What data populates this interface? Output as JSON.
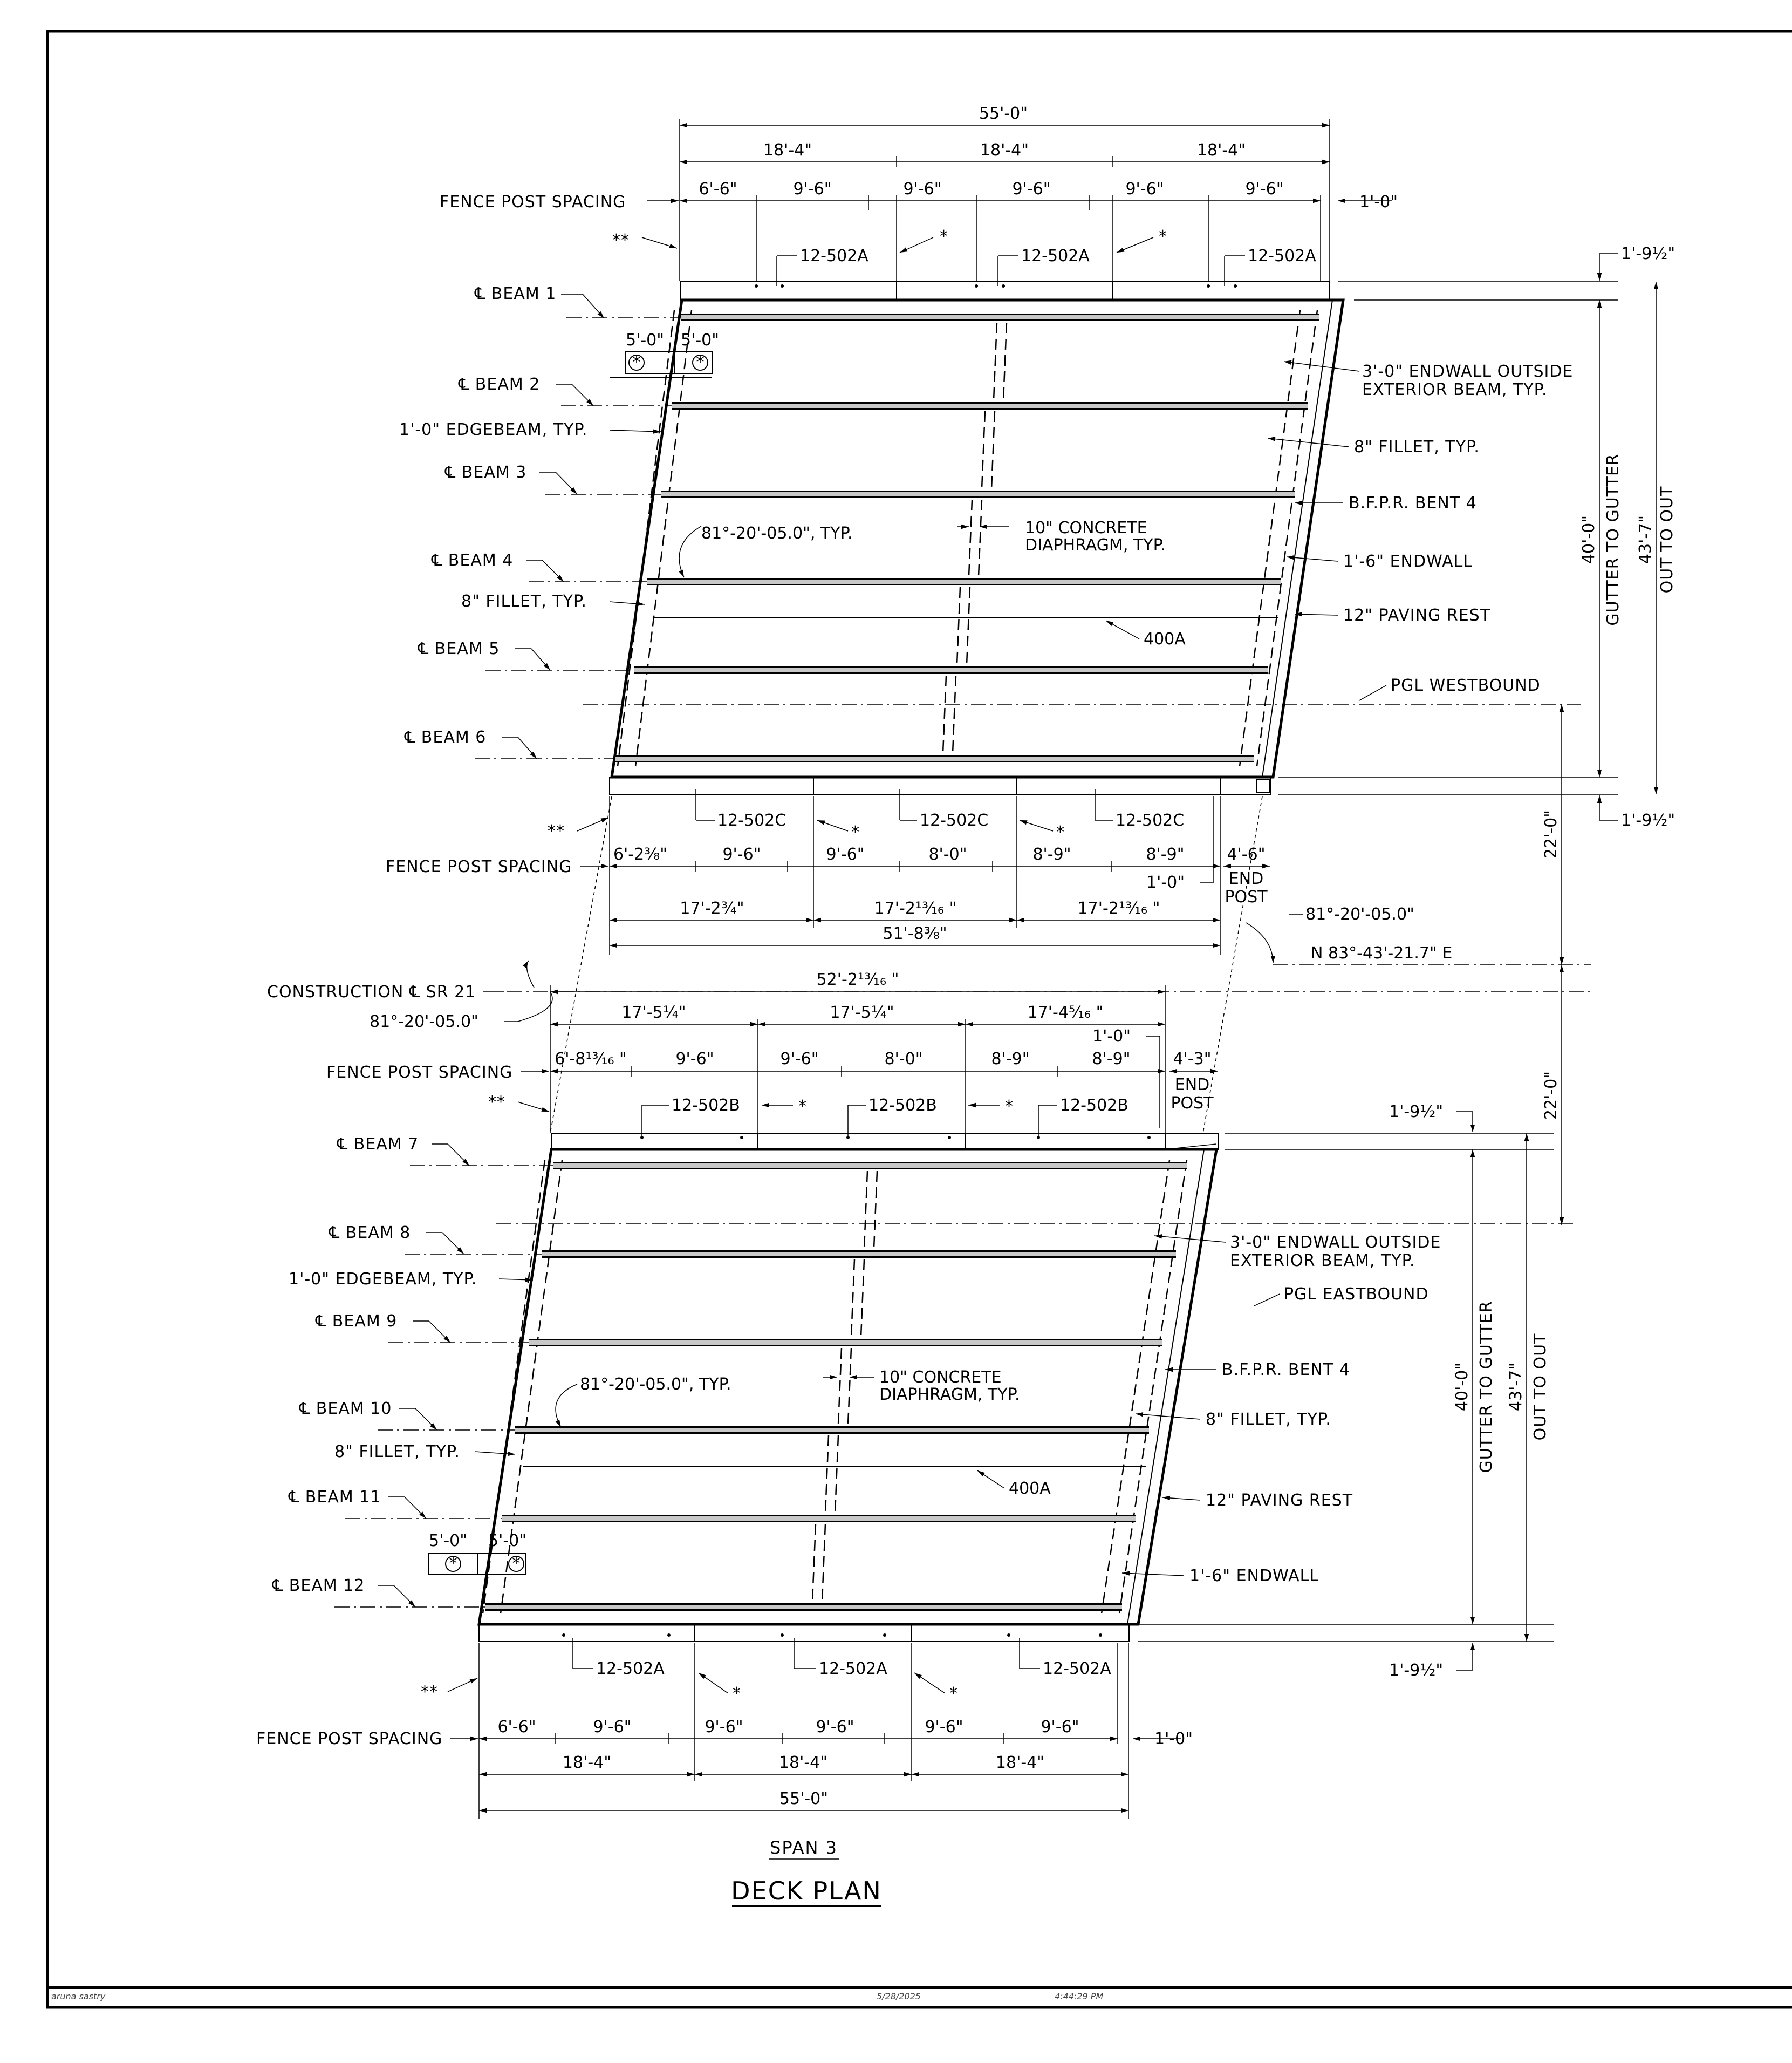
{
  "footer": {
    "author": "aruna sastry",
    "date": "5/28/2025",
    "time": "4:44:29 PM"
  },
  "title": {
    "span": "SPAN 3",
    "main": "DECK PLAN"
  },
  "labels": {
    "fence_post_spacing": "FENCE POST SPACING",
    "double_star": "**",
    "star": "*",
    "bar_502A": "12-502A",
    "bar_502B": "12-502B",
    "bar_502C": "12-502C",
    "bar_400A": "400A",
    "edgebeam": "1'-0\" EDGEBEAM, TYP.",
    "fillet": "8\" FILLET, TYP.",
    "endwall_outside_1": "3'-0\" ENDWALL OUTSIDE",
    "endwall_outside_2": "EXTERIOR BEAM, TYP.",
    "bfpr": "B.F.P.R. BENT 4",
    "endwall_18": "1'-6\" ENDWALL",
    "paving_rest": "12\" PAVING REST",
    "diaphragm_1": "10\" CONCRETE",
    "diaphragm_2": "DIAPHRAGM, TYP.",
    "skew_typ": "81°-20'-05.0\", TYP.",
    "skew": "81°-20'-05.0\"",
    "bearing": "N 83°-43'-21.7\" E",
    "construction_cl": "CONSTRUCTION ℄ SR 21",
    "pgl_west": "PGL WESTBOUND",
    "pgl_east": "PGL EASTBOUND",
    "end_post_1": "END",
    "end_post_2": "POST",
    "gutter": "GUTTER TO GUTTER",
    "out_to_out": "OUT TO OUT"
  },
  "beams_upper": [
    "℄ BEAM 1",
    "℄ BEAM 2",
    "℄ BEAM 3",
    "℄ BEAM 4",
    "℄ BEAM 5",
    "℄ BEAM 6"
  ],
  "beams_lower": [
    "℄ BEAM 7",
    "℄ BEAM 8",
    "℄ BEAM 9",
    "℄ BEAM 10",
    "℄ BEAM 11",
    "℄ BEAM 12"
  ],
  "dims": {
    "overall_55": "55'-0\"",
    "d18_4": "18'-4\"",
    "d6_6": "6'-6\"",
    "d9_6": "9'-6\"",
    "d8_0": "8'-0\"",
    "d8_9": "8'-9\"",
    "d1_0": "1'-0\"",
    "d5_0": "5'-0\"",
    "d1_9h": "1'-9½\"",
    "d40_0": "40'-0\"",
    "d43_7": "43'-7\"",
    "d22_0": "22'-0\"",
    "d6_2": "6'-2⅜\"",
    "d4_6": "4'-6\"",
    "d17_2a": "17'-2¾\"",
    "d17_2b": "17'-2¹³⁄₁₆ \"",
    "d51_8": "51'-8⅜\"",
    "d52_2": "52'-2¹³⁄₁₆ \"",
    "d17_5a": "17'-5¼\"",
    "d17_4": "17'-4⁵⁄₁₆ \"",
    "d6_8": "6'-8¹³⁄₁₆ \"",
    "d4_3": "4'-3\""
  }
}
